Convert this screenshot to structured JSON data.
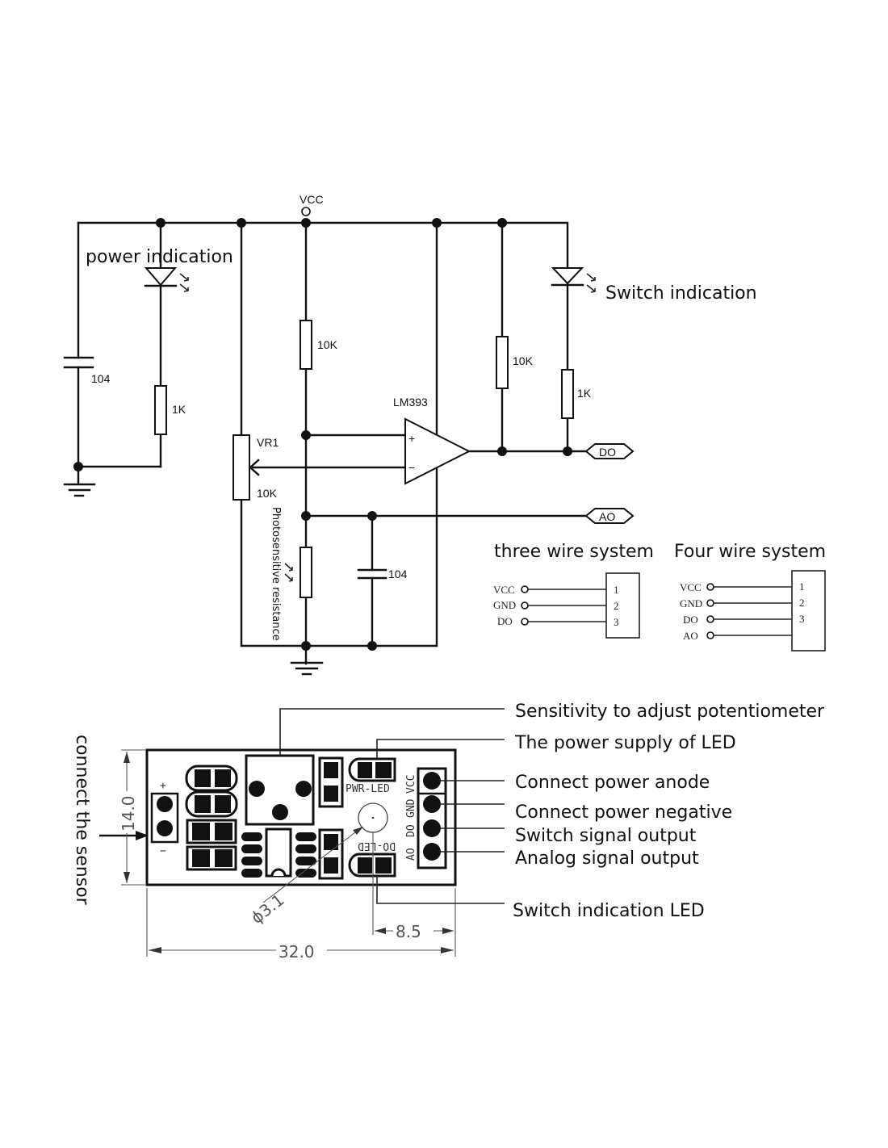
{
  "schematic": {
    "vcc_label": "VCC",
    "power_indication": "power indication",
    "switch_indication": "Switch indication",
    "comparator": "LM393",
    "cap_left": "104",
    "cap_right": "104",
    "r_power_led": "1K",
    "r_divider_top": "10K",
    "r_pullup": "10K",
    "r_switch_led": "1K",
    "pot_name": "VR1",
    "pot_value": "10K",
    "photoresistor": "Photosensitive resistance",
    "plus": "+",
    "minus": "−",
    "out_do": "DO",
    "out_ao": "AO"
  },
  "wiring": {
    "three": {
      "title": "three wire system",
      "pins": [
        "VCC",
        "GND",
        "DO"
      ],
      "numbers": [
        "1",
        "2",
        "3"
      ]
    },
    "four": {
      "title": "Four wire system",
      "pins": [
        "VCC",
        "GND",
        "DO",
        "AO"
      ],
      "numbers": [
        "1",
        "2",
        "3"
      ]
    }
  },
  "pcb": {
    "connect_sensor": "connect the sensor",
    "plus": "+",
    "minus": "−",
    "pwr_led": "PWR-LED",
    "do_led": "DO-LED",
    "header_pins": [
      "VCC",
      "GND",
      "DO",
      "AO"
    ],
    "dim_height": "14.0",
    "dim_width": "32.0",
    "dim_offset": "8.5",
    "dim_hole": "ϕ3.1",
    "callouts": [
      "Sensitivity to adjust potentiometer",
      "The power supply of LED",
      "Connect power anode",
      "Connect power negative",
      "Switch signal output",
      "Analog signal output",
      "Switch indication LED"
    ]
  }
}
